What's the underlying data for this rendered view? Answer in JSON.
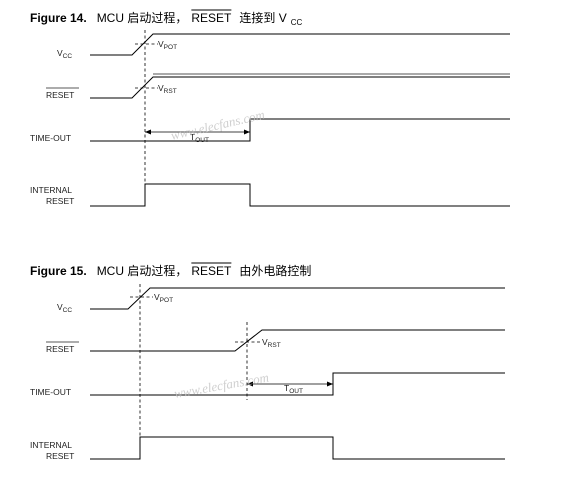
{
  "figure14": {
    "number": "Figure 14.",
    "title_prefix": "MCU 启动过程，",
    "title_reset": "RESET",
    "title_suffix": "连接到 V",
    "title_sub": "CC",
    "signals": {
      "vcc": {
        "main": "V",
        "sub": "CC"
      },
      "reset": "RESET",
      "timeout": "TIME-OUT",
      "internal_reset_1": "INTERNAL",
      "internal_reset_2": "RESET"
    },
    "annotations": {
      "vpot": {
        "main": "V",
        "sub": "POT"
      },
      "vrst": {
        "main": "V",
        "sub": "RST"
      },
      "tout": {
        "main": "T",
        "sub": "OUT"
      }
    },
    "watermark": "www.elecfans.com"
  },
  "figure15": {
    "number": "Figure 15.",
    "title_prefix": "MCU 启动过程，",
    "title_reset": "RESET",
    "title_suffix": "由外电路控制",
    "signals": {
      "vcc": {
        "main": "V",
        "sub": "CC"
      },
      "reset": "RESET",
      "timeout": "TIME-OUT",
      "internal_reset_1": "INTERNAL",
      "internal_reset_2": "RESET"
    },
    "annotations": {
      "vpot": {
        "main": "V",
        "sub": "POT"
      },
      "vrst": {
        "main": "V",
        "sub": "RST"
      },
      "tout": {
        "main": "T",
        "sub": "OUT"
      }
    },
    "watermark": "www.elecfans.com"
  }
}
